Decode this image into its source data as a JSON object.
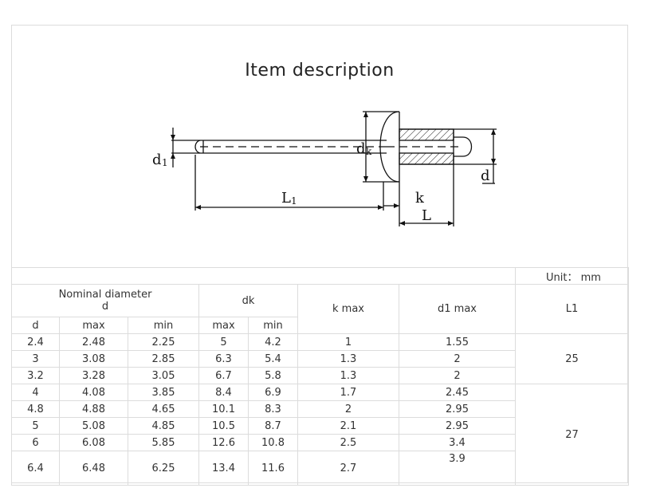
{
  "title": "Item  description",
  "diagram": {
    "labels": {
      "d1_main": "d",
      "d1_sub": "1",
      "dk_main": "d",
      "dk_sub": "k",
      "L1_main": "L",
      "L1_sub": "1",
      "k": "k",
      "L": "L",
      "d": "d"
    }
  },
  "table": {
    "unit": "Unit： mm",
    "headers": {
      "nominal_diameter": "Nominal diameter",
      "nominal_d": "d",
      "dk": "dk",
      "k_max": "k      max",
      "d1_max": "d1      max",
      "L1": "L1",
      "sub_d": "d",
      "sub_max": "max",
      "sub_min": "min",
      "sub_dk_max": "max",
      "sub_dk_min": "min"
    },
    "rows": [
      {
        "d": "2.4",
        "dmax": "2.48",
        "dmin": "2.25",
        "dkmax": "5",
        "dkmin": "4.2",
        "k": "1",
        "d1": "1.55"
      },
      {
        "d": "3",
        "dmax": "3.08",
        "dmin": "2.85",
        "dkmax": "6.3",
        "dkmin": "5.4",
        "k": "1.3",
        "d1": "2"
      },
      {
        "d": "3.2",
        "dmax": "3.28",
        "dmin": "3.05",
        "dkmax": "6.7",
        "dkmin": "5.8",
        "k": "1.3",
        "d1": "2"
      },
      {
        "d": "4",
        "dmax": "4.08",
        "dmin": "3.85",
        "dkmax": "8.4",
        "dkmin": "6.9",
        "k": "1.7",
        "d1": "2.45"
      },
      {
        "d": "4.8",
        "dmax": "4.88",
        "dmin": "4.65",
        "dkmax": "10.1",
        "dkmin": "8.3",
        "k": "2",
        "d1": "2.95"
      },
      {
        "d": "5",
        "dmax": "5.08",
        "dmin": "4.85",
        "dkmax": "10.5",
        "dkmin": "8.7",
        "k": "2.1",
        "d1": "2.95"
      },
      {
        "d": "6",
        "dmax": "6.08",
        "dmin": "5.85",
        "dkmax": "12.6",
        "dkmin": "10.8",
        "k": "2.5",
        "d1": "3.4"
      },
      {
        "d": "6.4",
        "dmax": "6.48",
        "dmin": "6.25",
        "dkmax": "13.4",
        "dkmin": "11.6",
        "k": "2.7",
        "d1": "3.9"
      }
    ],
    "L1_groups": [
      "25",
      "27"
    ]
  }
}
